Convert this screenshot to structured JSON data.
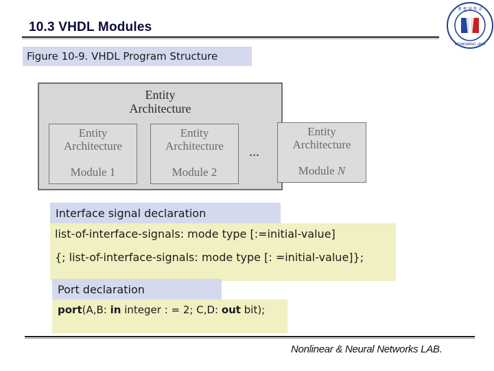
{
  "header": {
    "title": "10.3  VHDL Modules"
  },
  "logo": {
    "icon": "university-seal-icon",
    "top_text": "원 광 대 학 교",
    "bottom_text": "WONKWANG UNIV",
    "colors": {
      "ring": "#1f3f8f",
      "red": "#c8202a",
      "blue": "#2147a0"
    }
  },
  "figure": {
    "caption": "Figure 10-9. VHDL Program Structure",
    "top_entity": "Entity",
    "top_architecture": "Architecture",
    "ellipsis": "...",
    "modules": [
      {
        "entity": "Entity",
        "architecture": "Architecture",
        "name": "Module 1"
      },
      {
        "entity": "Entity",
        "architecture": "Architecture",
        "name": "Module 2"
      },
      {
        "entity": "Entity",
        "architecture": "Architecture",
        "name": "Module ",
        "name_italic": "N"
      }
    ]
  },
  "interface": {
    "header": "Interface signal declaration",
    "line1": "list-of-interface-signals: mode type [:=initial-value]",
    "line2": "{; list-of-interface-signals: mode type [: =initial-value]};"
  },
  "port": {
    "header": "Port declaration",
    "kw_port": "port",
    "seg1": "(A,B: ",
    "kw_in": "in",
    "seg2": " integer : = 2; C,D: ",
    "kw_out": "out",
    "seg3": " bit);"
  },
  "footer": {
    "lab": "Nonlinear & Neural Networks LAB."
  }
}
